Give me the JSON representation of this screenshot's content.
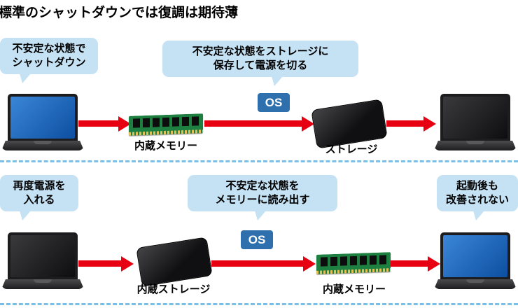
{
  "title": "標準のシャットダウンでは復調は期待薄",
  "colors": {
    "bubble_blue": "#c5e2f4",
    "arrow_red": "#e60012",
    "os_badge_blue": "#2e6fae",
    "screen_blue": "#0d4fa0",
    "ram_green": "#1e8040",
    "divider_blue": "#79bfe6"
  },
  "shutdown_flow": {
    "bubble_left": "不安定な状態で\nシャットダウン",
    "bubble_center": "不安定な状態をストレージに\n保存して電源を切る",
    "os_badge": "OS",
    "memory_label": "内蔵メモリー",
    "storage_label": "ストレージ"
  },
  "boot_flow": {
    "bubble_left": "再度電源を\n入れる",
    "bubble_center": "不安定な状態を\nメモリーに読み出す",
    "bubble_right": "起動後も\n改善されない",
    "os_badge": "OS",
    "storage_label": "内蔵ストレージ",
    "memory_label": "内蔵メモリー"
  }
}
